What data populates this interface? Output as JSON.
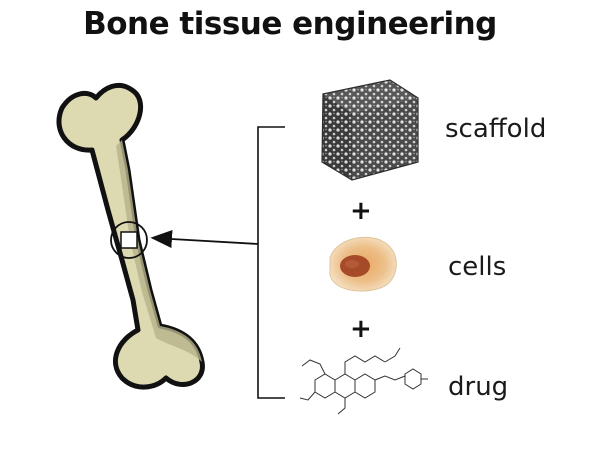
{
  "title": "Bone tissue engineering",
  "components": [
    {
      "label": "scaffold"
    },
    {
      "label": "cells"
    },
    {
      "label": "drug"
    }
  ],
  "plus_sign": "+",
  "colors": {
    "bone_fill": "#ddd9b0",
    "bone_shadow": "#b7b38c",
    "scaffold": "#4a4a4a",
    "cell_fill": "#e6b074",
    "cell_nucleus": "#a64a2a",
    "line": "#111111"
  }
}
